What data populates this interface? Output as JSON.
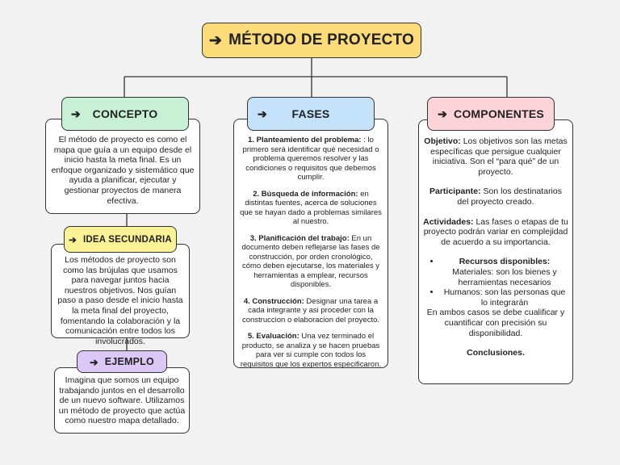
{
  "title": {
    "arrow": "➔",
    "text": "MÉTODO DE PROYECTO"
  },
  "concepto": {
    "label": "CONCEPTO",
    "text": "El método de proyecto es como el mapa que guía a un equipo desde el inicio hasta la meta final. Es un enfoque organizado y sistemático que ayuda a planificar, ejecutar y gestionar proyectos de manera efectiva."
  },
  "idea": {
    "label": "IDEA SECUNDARIA",
    "text": "Los métodos de proyecto son como las brújulas que usamos para navegar juntos hacia nuestros objetivos. Nos guían paso a paso desde el inicio hasta la meta final del proyecto, fomentando la colaboración y la comunicación entre todos los involucrados."
  },
  "ejemplo": {
    "label": "EJEMPLO",
    "text": "Imagina que somos un equipo trabajando juntos en el desarrollo de un nuevo software. Utilizamos un método de proyecto que actúa como nuestro mapa detallado."
  },
  "fases": {
    "label": "FASES",
    "items": [
      {
        "title": "1. Planteamiento del problema: ",
        "text": ": lo primero será identificar qué necesidad o problema queremos resolver y las condiciones o requisitos que debemos cumplir."
      },
      {
        "title": "2. Búsqueda de información:",
        "text": " en distintas fuentes, acerca de soluciones que se hayan dado a problemas similares al nuestro."
      },
      {
        "title": "3. Planificación del trabajo:",
        "text": " En un documento deben reflejarse las fases de construcción, por orden cronológico, cómo deben ejecutarse, los materiales y herramientas a emplear, recursos disponibles."
      },
      {
        "title": "4. Construcción:",
        "text": " Designar una tarea a cada integrante y asi proceder con la construccion o elaboracion del proyecto."
      },
      {
        "title": "5. Evaluación:",
        "text": " Una vez terminado el producto, se analiza y se hacen pruebas para ver si cumple con todos los requisitos que los expertos especificaron."
      }
    ]
  },
  "componentes": {
    "label": "COMPONENTES",
    "objetivo_title": "Objetivo:",
    "objetivo_text": " Los objetivos son las metas específicas que persigue cualquier iniciativa. Son el “para qué” de un proyecto.",
    "participante_title": "Participante:",
    "participante_text": " Son los destinatarios del proyecto creado.",
    "actividades_title": "Actividades:",
    "actividades_text": " Las fases o etapas de tu proyecto podrán variar en complejidad de acuerdo a su importancia.",
    "recursos_title": "Recursos disponibles:",
    "recursos_text": " Materiales: son los bienes y herramientas necesarios",
    "humanos_text": "Humanos: son las personas que lo integrarán",
    "cierre_text": "En ambos casos se debe cualificar y cuantificar con precisión su disponibilidad.",
    "conclusiones": "Conclusiones."
  },
  "colors": {
    "title_bg": "#fcdc79",
    "concepto_bg": "#c8f0d4",
    "fases_bg": "#c4e3fb",
    "componentes_bg": "#fbd3d8",
    "idea_bg": "#fbf296",
    "ejemplo_bg": "#dcc8f7"
  }
}
